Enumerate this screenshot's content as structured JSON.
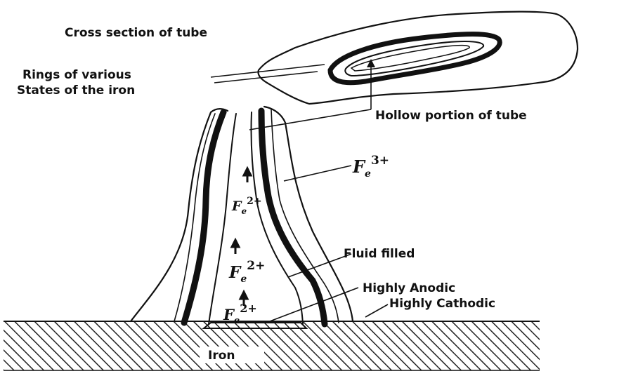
{
  "labels": {
    "cross_section": "Cross section of tube",
    "rings_line1": "Rings of various",
    "rings_line2": "States of the iron",
    "hollow": "Hollow portion of tube",
    "fluid": "Fluid filled",
    "anodic": "Highly Anodic",
    "cathodic": "Highly Cathodic",
    "iron": "Iron"
  },
  "ions": {
    "fe3": {
      "base": "F",
      "sub": "e",
      "sup": "3+"
    },
    "fe2_upper": {
      "base": "F",
      "sub": "e",
      "sup": "2+"
    },
    "fe2_middle": {
      "base": "F",
      "sub": "e",
      "sup": "2+"
    },
    "fe2_lower": {
      "base": "F",
      "sub": "e",
      "sup": "2+"
    }
  }
}
